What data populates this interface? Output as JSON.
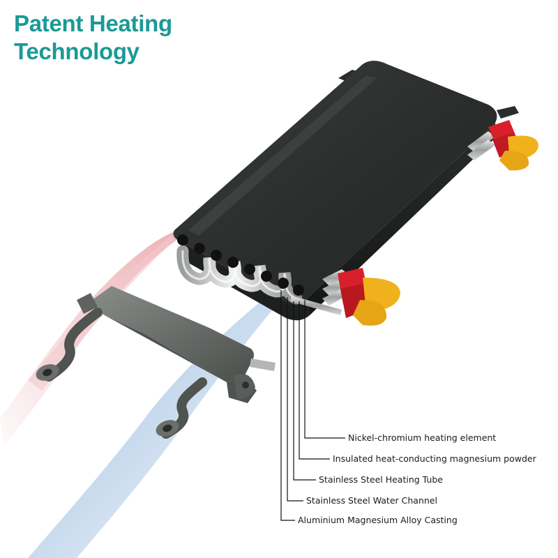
{
  "title": {
    "line1": "Patent Heating",
    "line2": "Technology"
  },
  "callouts": [
    "Nickel-chromium heating element",
    "Insulated heat-conducting magnesium powder",
    "Stainless Steel Heating Tube",
    "Stainless Steel Water Channel",
    "Aluminium Magnesium Alloy Casting"
  ],
  "colors": {
    "title": "#1a9a96",
    "casing": "#2f3230",
    "hot_water": "#e9a3a8",
    "cold_water": "#8fb3dc",
    "terminal_red": "#d81f2a",
    "terminal_yellow": "#f0b21c"
  }
}
